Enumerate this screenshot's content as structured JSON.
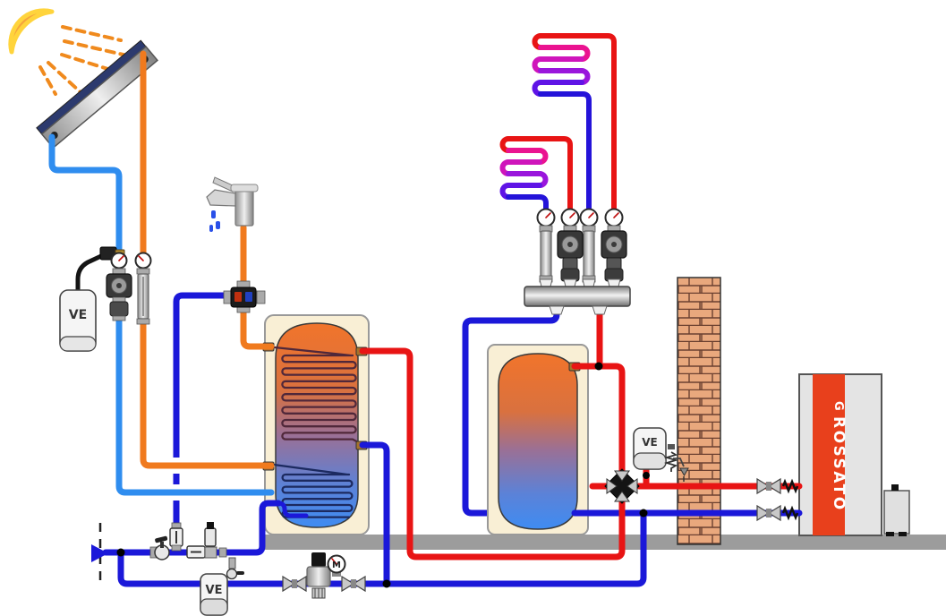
{
  "labels": {
    "ve": "VE",
    "manometer": "M",
    "brand": "ROSSATO",
    "brand_logo": "G"
  },
  "colors": {
    "solar_supply_orange": "#f07a1e",
    "solar_return_cyan": "#2f8def",
    "cold_water_blue": "#1b18d9",
    "heating_hot_red": "#e81414",
    "serpentine_gradient": [
      "#e81414",
      "#ea1390",
      "#cf15bb",
      "#9a16dc",
      "#5f14e6",
      "#2413d9"
    ],
    "tank_warm_top": "#f1742b",
    "tank_cold_bottom": "#3f8cf2",
    "tank_jacket": "#f9efd5",
    "brick_fill": "#e9a87d",
    "brick_mortar": "#6b4030",
    "ground_gray": "#9c9c9c",
    "boiler_body": "#e4e4e4",
    "boiler_stripe": "#e8401c",
    "sun_core": "#f5a43c",
    "sun_rim": "#ffd43c",
    "sun_ray": "#f08a1d",
    "vessel_white": "#f5f5f5",
    "valve_black": "#141414"
  }
}
